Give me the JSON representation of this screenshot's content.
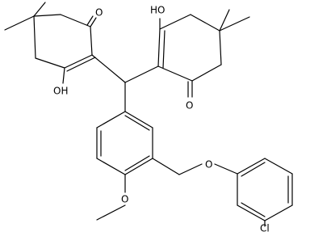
{
  "molecule": {
    "atom_labels": {
      "o_carbonyl_left": "O",
      "oh_left_enol": "OH",
      "oh_right_enol": "HO",
      "o_carbonyl_right": "O",
      "o_ether_benzyl": "O",
      "o_methoxy": "O",
      "cl_substituent": "Cl"
    },
    "colors": {
      "bond": "#000000",
      "label": "#000000",
      "background": "#ffffff"
    }
  }
}
